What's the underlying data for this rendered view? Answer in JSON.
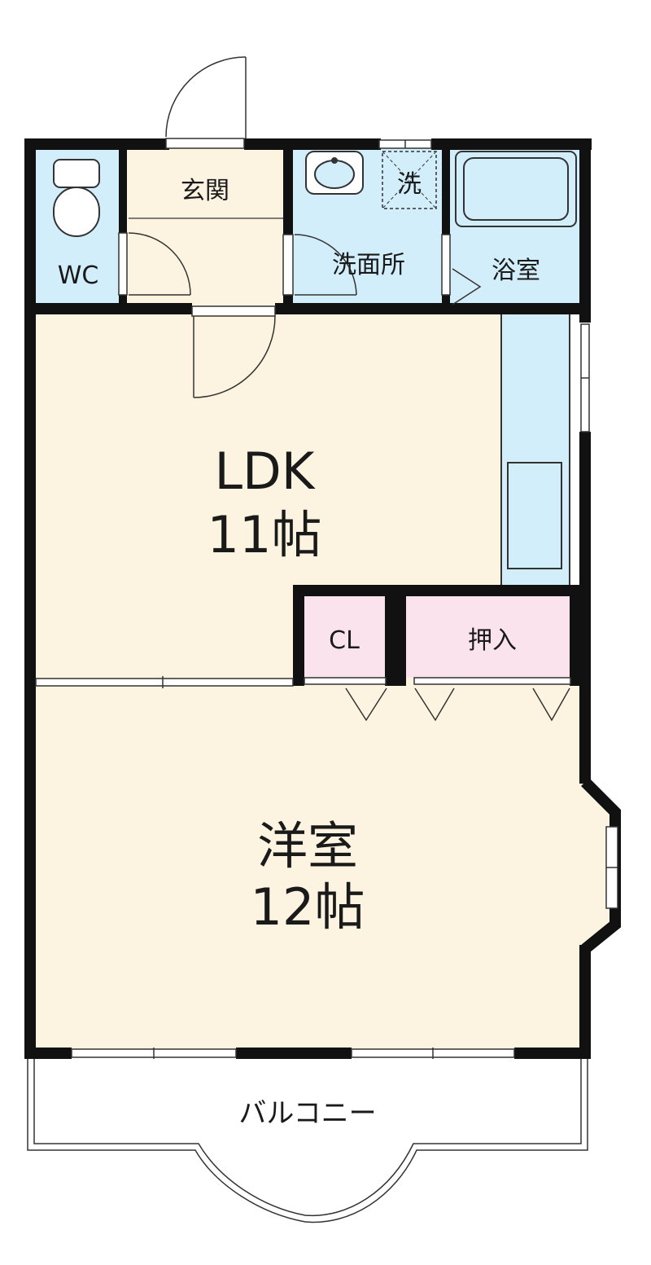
{
  "rooms": {
    "wc": "WC",
    "genkan": "玄関",
    "senmenjo": "洗面所",
    "sentaku": "洗",
    "yokushitsu": "浴室",
    "ldk_name": "LDK",
    "ldk_size": "11帖",
    "cl": "CL",
    "oshiire": "押入",
    "yoshitsu_name": "洋室",
    "yoshitsu_size": "12帖",
    "balcony": "バルコニー"
  },
  "colors": {
    "wall": "#111111",
    "floor_wood": "#fdf3e1",
    "floor_wet": "#d3eefb",
    "storage": "#fbe3ee",
    "line": "#333333"
  }
}
